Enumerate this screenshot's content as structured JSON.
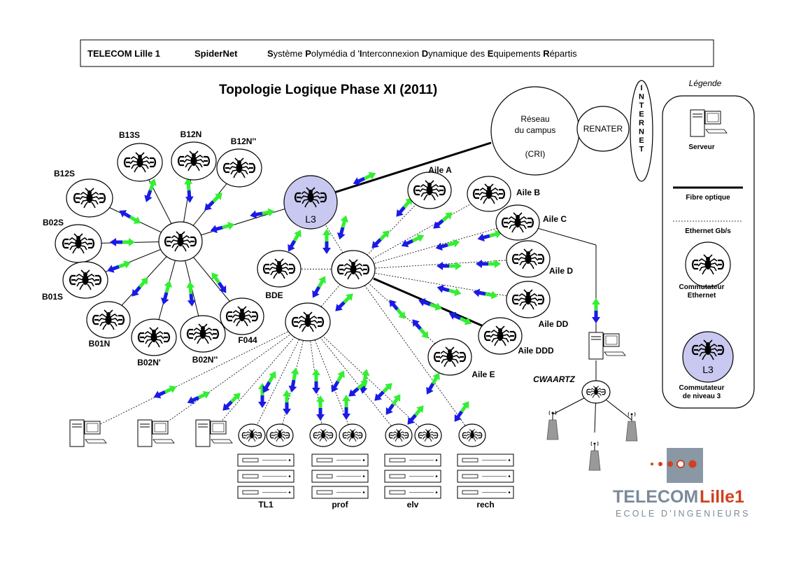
{
  "header": {
    "school": "TELECOM Lille 1",
    "project": "SpiderNet",
    "acronym_parts": [
      {
        "b": "S",
        "r": "ystème "
      },
      {
        "b": "P",
        "r": "olymédia d '"
      },
      {
        "b": "I",
        "r": "nterconnexion "
      },
      {
        "b": "D",
        "r": "ynamique des "
      },
      {
        "b": "E",
        "r": "quipements "
      },
      {
        "b": "R",
        "r": "épartis"
      }
    ]
  },
  "title": "Topologie Logique Phase XI (2011)",
  "cloud": {
    "campus_lines": [
      "Réseau",
      "du campus",
      "",
      "(CRI)"
    ],
    "renater": "RENATER",
    "internet": [
      "I",
      "N",
      "T",
      "E",
      "R",
      "N",
      "E",
      "T"
    ]
  },
  "nodes": {
    "l3": "L3",
    "b13s": "B13S",
    "b12n": "B12N",
    "b12n2": "B12N''",
    "b12s": "B12S",
    "b02s": "B02S",
    "b01s": "B01S",
    "b01n": "B01N",
    "b02n1": "B02N'",
    "b02n2": "B02N''",
    "f044": "F044",
    "bde": "BDE",
    "aile_a": "Aile A",
    "aile_b": "Aile B",
    "aile_c": "Aile C",
    "aile_d": "Aile D",
    "aile_dd": "Aile DD",
    "aile_ddd": "Aile DDD",
    "aile_e": "Aile E",
    "cwaartz": "CWAARTZ"
  },
  "server_groups": [
    "TL1",
    "prof",
    "elv",
    "rech"
  ],
  "legend": {
    "title": "Légende",
    "server": "Serveur",
    "fiber": "Fibre optique",
    "ethernet": "Ethernet Gb/s",
    "switch_lines": [
      "Commutateur",
      "Ethernet"
    ],
    "l3_label": "L3",
    "l3_lines": [
      "Commutateur",
      "de niveau 3"
    ]
  },
  "logo": {
    "brand_a": "TELECOM",
    "brand_b": "Lille1",
    "subtitle": "ECOLE D'INGENIEURS",
    "color_a": "#7a8a99",
    "color_b": "#d04020"
  },
  "colors": {
    "arrow_blue": "#1a1ae6",
    "arrow_green": "#33ee33",
    "l3_fill": "#c8c8f0"
  }
}
